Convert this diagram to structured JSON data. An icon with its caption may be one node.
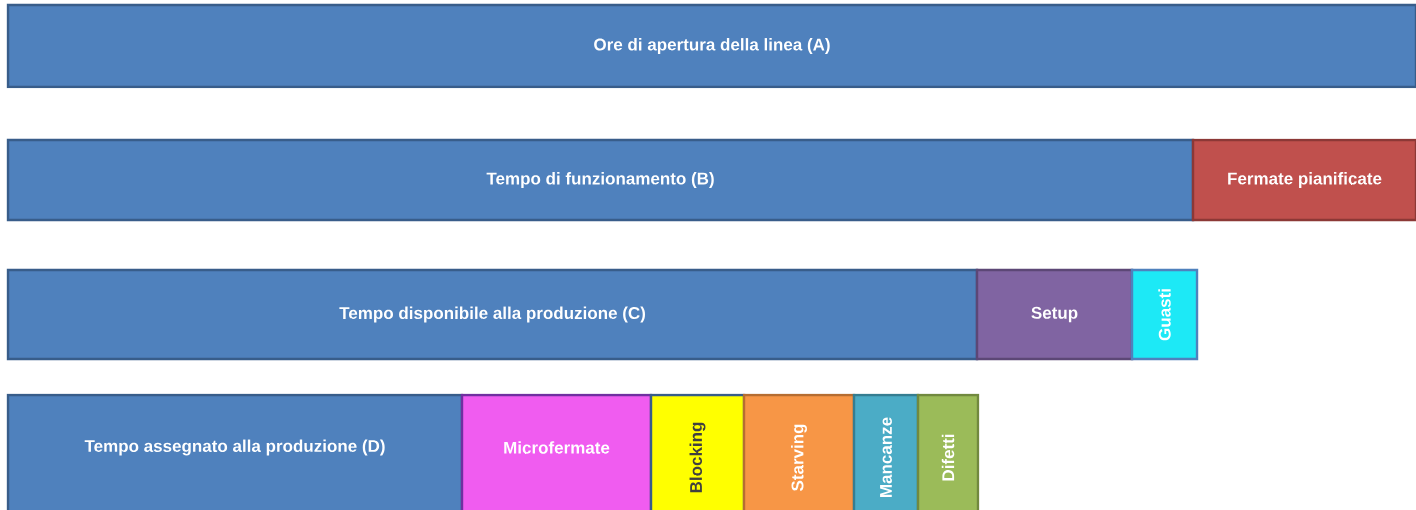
{
  "diagram": {
    "nodes": [
      {
        "text": [
          "Ore di apertura della linea (A)"
        ]
      },
      {
        "text": [
          "Tempo di funzionamento (B)"
        ]
      },
      {
        "text": [
          "Fermate pianificate"
        ]
      },
      {
        "text": [
          "Tempo disponibile alla produzione (C)"
        ]
      },
      {
        "text": [
          "Setup"
        ]
      },
      {
        "text": [
          "Guasti"
        ]
      },
      {
        "text": [
          "Tempo assegnato alla produzione (D)"
        ]
      },
      {
        "text": [
          "Microfermate"
        ]
      },
      {
        "text": [
          "Blocking"
        ]
      },
      {
        "text": [
          "Starving"
        ]
      },
      {
        "text": [
          "Mancanze"
        ]
      },
      {
        "text": [
          "Difetti"
        ]
      }
    ]
  }
}
